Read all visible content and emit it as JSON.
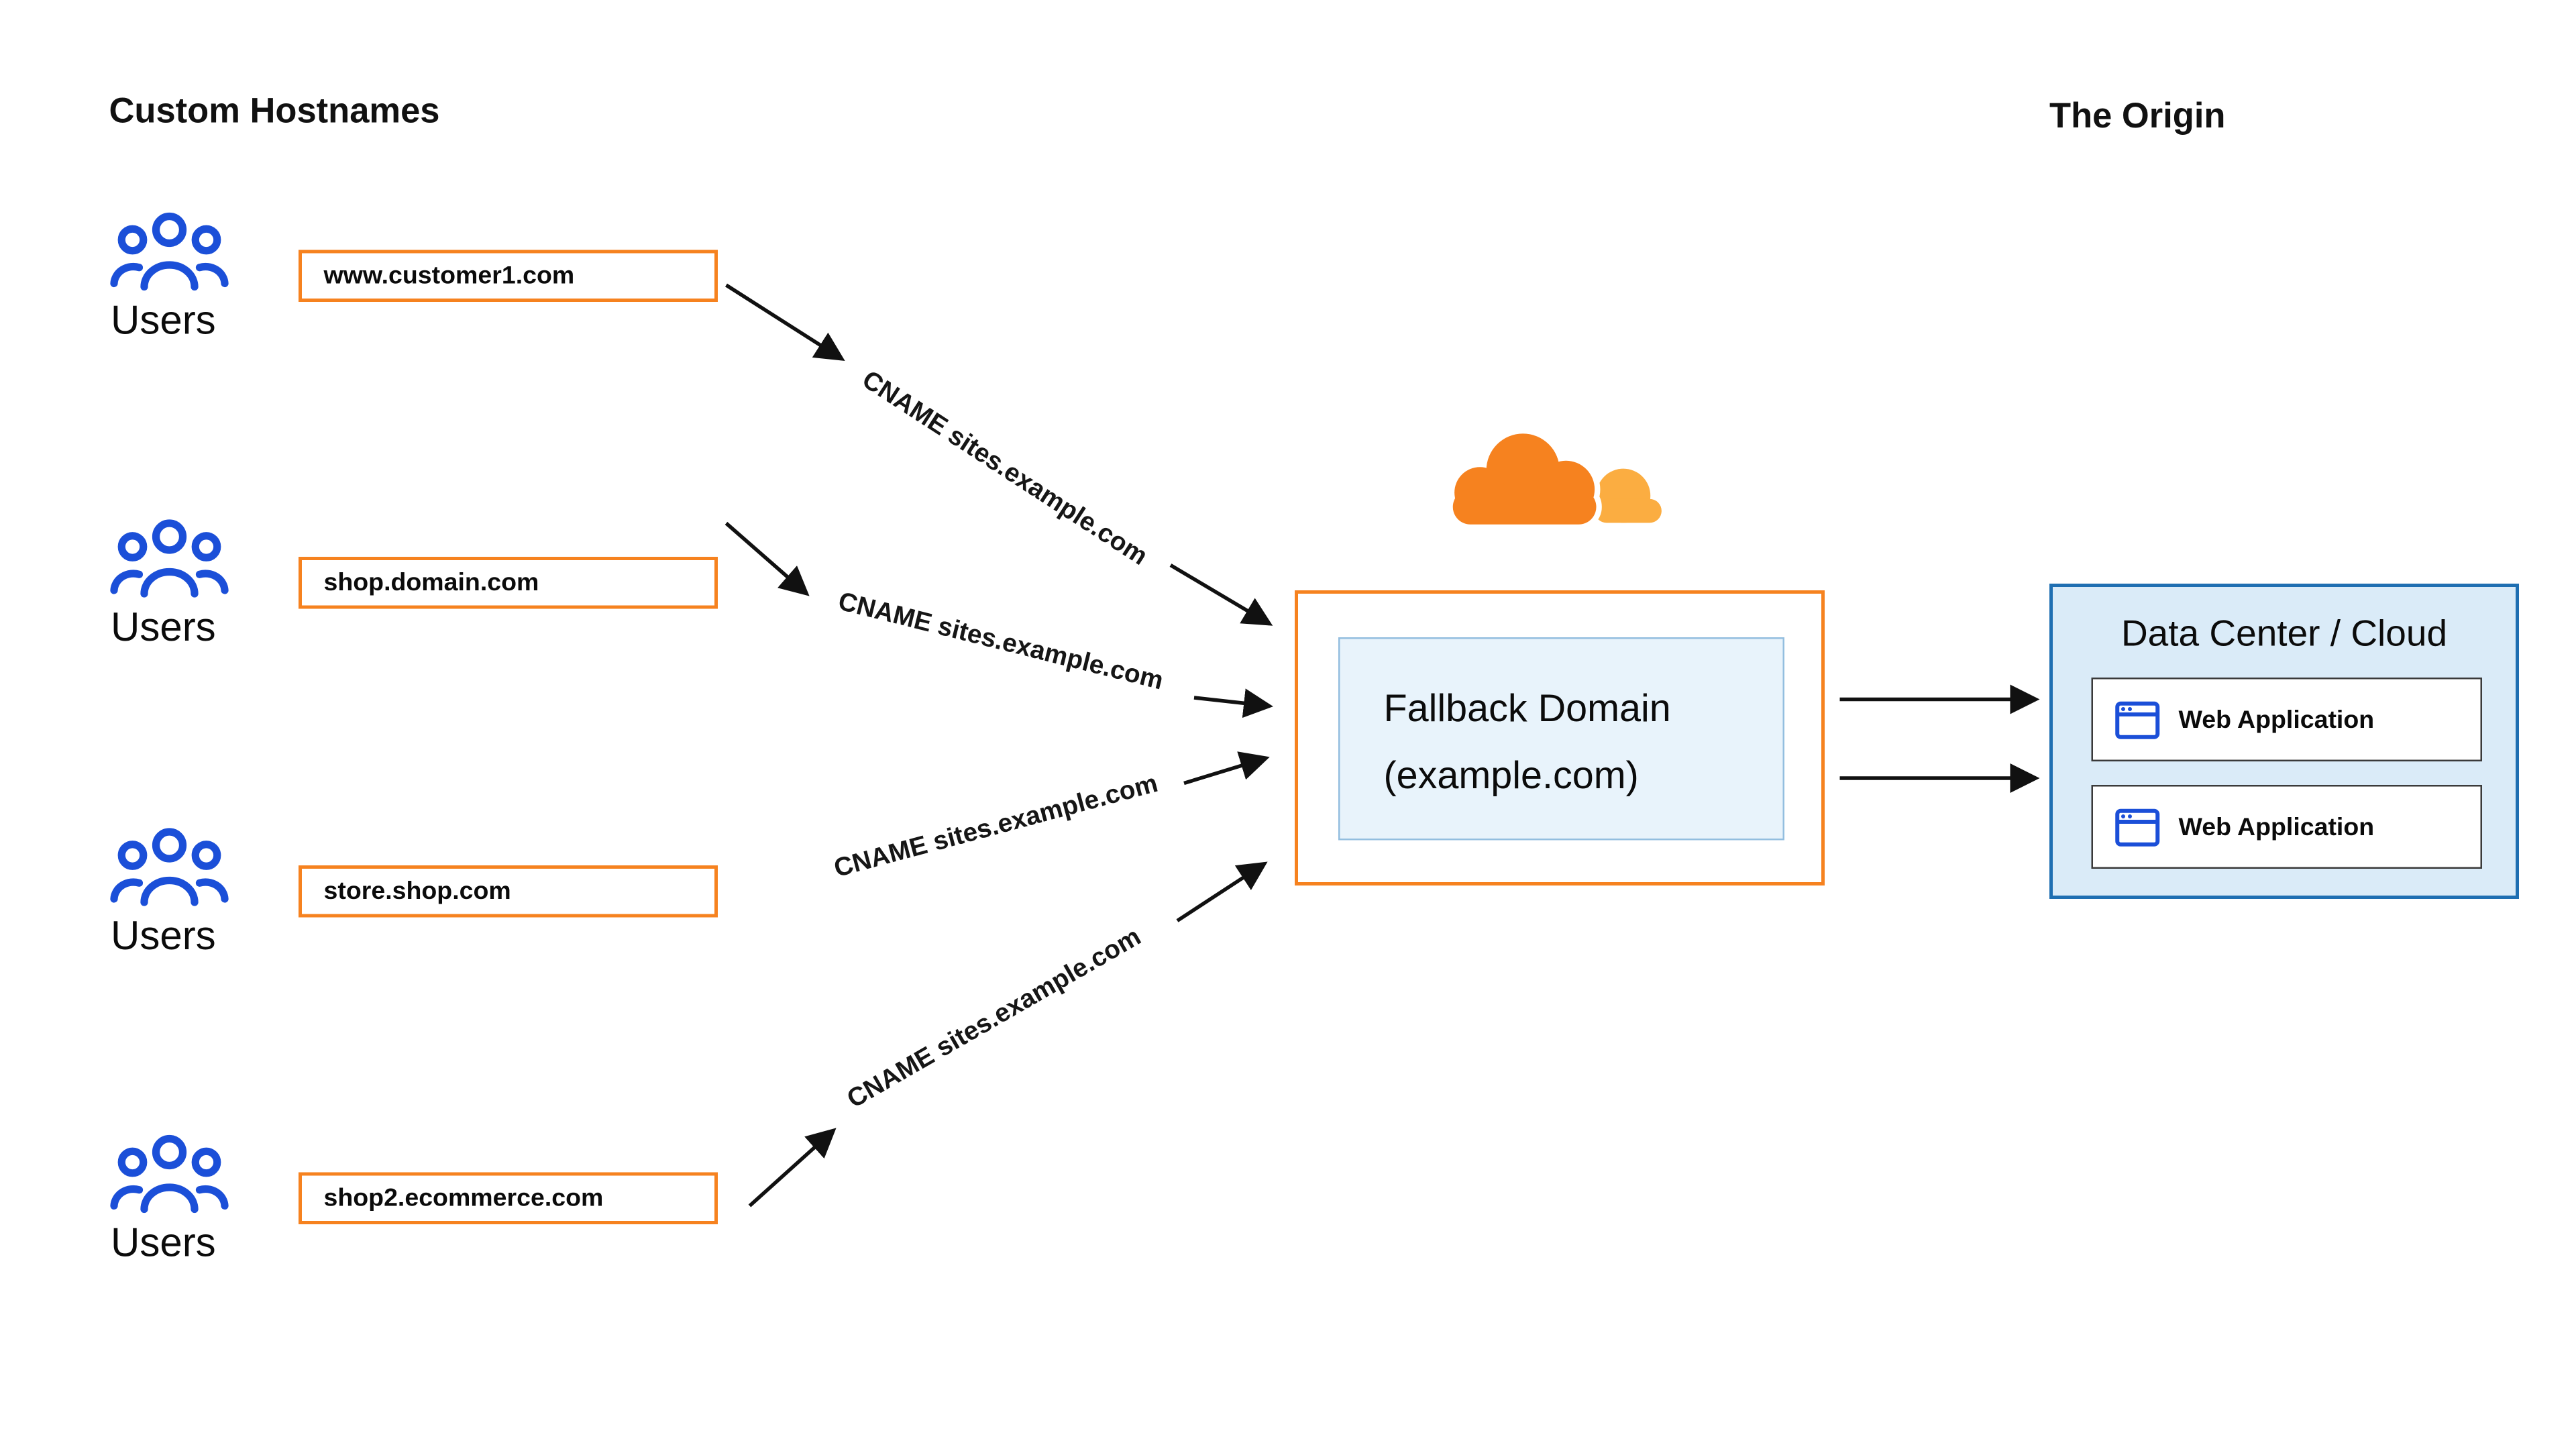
{
  "headings": {
    "left": "Custom Hostnames",
    "right": "The Origin"
  },
  "users_label": "Users",
  "hostnames": [
    "www.customer1.com",
    "shop.domain.com",
    "store.shop.com",
    "shop2.ecommerce.com"
  ],
  "cname_label": "CNAME sites.example.com",
  "fallback": {
    "line1": "Fallback Domain",
    "line2": "(example.com)"
  },
  "origin_box": {
    "title": "Data Center / Cloud",
    "apps": [
      "Web Application",
      "Web Application"
    ]
  },
  "icons": {
    "users": "users-group-icon",
    "cloud": "cloudflare-cloud-icon",
    "browser": "browser-window-icon"
  },
  "colors": {
    "orange": "#F6821F",
    "orange_light": "#FBAD41",
    "blue": "#1B4FD8",
    "datacenter_border": "#1F6FB2",
    "datacenter_bg": "#DAEBF8",
    "fallback_bg": "#E8F3FB",
    "fallback_border": "#93BEDF",
    "arrow": "#111111"
  }
}
